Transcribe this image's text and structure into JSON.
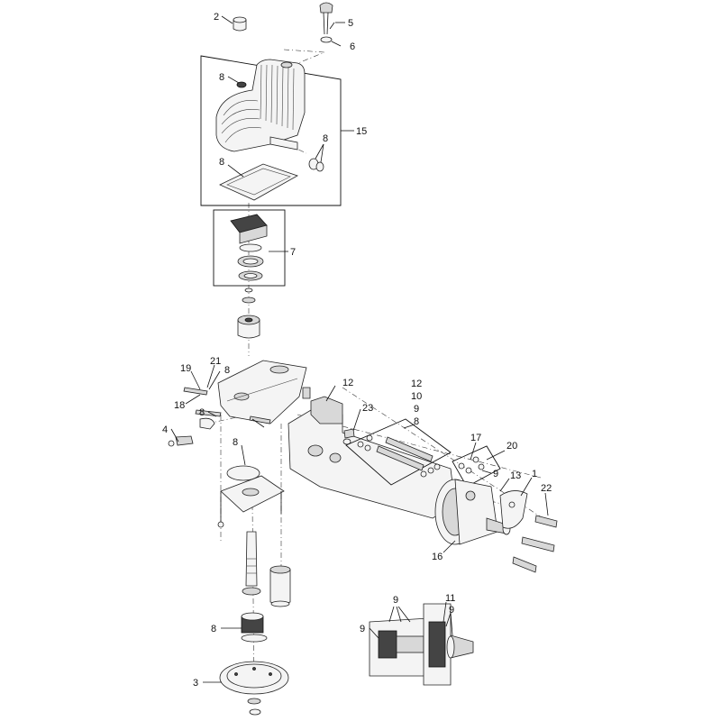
{
  "callouts": {
    "c1": "1",
    "c2": "2",
    "c3": "3",
    "c4": "4",
    "c5": "5",
    "c6": "6",
    "c7": "7",
    "c8_top": "8",
    "c8_right": "8",
    "c8_gasket": "8",
    "c8_block_r": "8",
    "c8_block_l": "8",
    "c8_mid": "8",
    "c8_tube": "8",
    "c8_bearing": "8",
    "c9_a": "9",
    "c9_d1": "9",
    "c9_d2": "9",
    "c9_d3": "9",
    "c9_d4": "9",
    "c10": "10",
    "c11": "11",
    "c12_a": "12",
    "c12_b": "12",
    "c13": "13",
    "c15": "15",
    "c16": "16",
    "c17": "17",
    "c18": "18",
    "c19": "19",
    "c20": "20",
    "c21": "21",
    "c22": "22",
    "c23": "23"
  }
}
